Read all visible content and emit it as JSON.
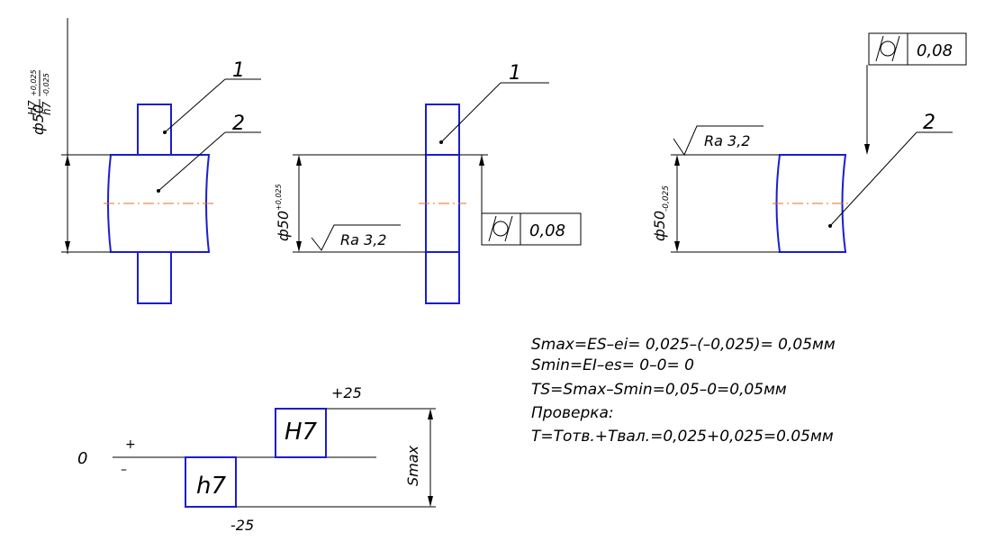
{
  "drawing": {
    "view1": {
      "callout_1": "1",
      "callout_2": "2",
      "fit_main": "ф50",
      "fit_hole": "H7",
      "fit_shaft": "h7",
      "hole_dev": "+0,025",
      "shaft_dev": "-0,025"
    },
    "view2": {
      "callout_1": "1",
      "dim_main": "ф50",
      "dim_dev": "+0,025",
      "roughness": "Ra 3,2",
      "tolerance_value": "0,08"
    },
    "view3": {
      "callout_2": "2",
      "dim_main": "ф50",
      "dim_dev": "-0,025",
      "roughness": "Ra 3,2",
      "tolerance_value": "0,08"
    },
    "scheme": {
      "zero": "0",
      "plus": "+",
      "minus": "–",
      "upper": "+25",
      "lower": "-25",
      "hole_zone": "H7",
      "shaft_zone": "h7",
      "smax": "Smax"
    },
    "calc": [
      "Smax=ES–ei= 0,025–(–0,025)= 0,05мм",
      "Smin=EI–es= 0–0= 0",
      "TS=Smax–Smin=0,05–0=0,05мм",
      "Проверка:",
      "T=Tотв.+Tвал.=0,025+0,025=0.05мм"
    ]
  },
  "colors": {
    "part_outline": "#1c1cd0",
    "axis_line": "#e07020",
    "text": "#000000"
  },
  "icons": {
    "tolerance_symbol": "cylindricity-icon",
    "roughness_symbol": "roughness-check-icon"
  }
}
